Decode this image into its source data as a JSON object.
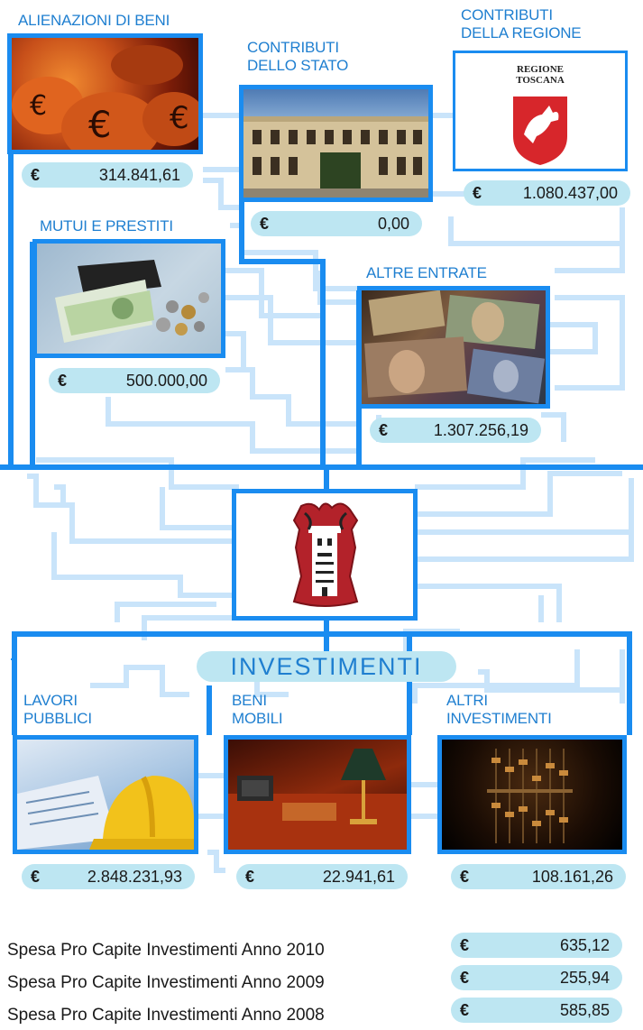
{
  "sources": {
    "alienazioni": {
      "label": "ALIENAZIONI DI BENI",
      "amount": "314.841,61"
    },
    "stato": {
      "label_line1": "CONTRIBUTI",
      "label_line2": "DELLO STATO",
      "amount": "0,00"
    },
    "regione": {
      "label_line1": "CONTRIBUTI",
      "label_line2": "DELLA REGIONE",
      "amount": "1.080.437,00",
      "logo_line1": "REGIONE",
      "logo_line2": "TOSCANA"
    },
    "mutui": {
      "label": "MUTUI E PRESTITI",
      "amount": "500.000,00"
    },
    "altre": {
      "label": "ALTRE ENTRATE",
      "amount": "1.307.256,19"
    }
  },
  "investimenti": {
    "title": "INVESTIMENTI",
    "lavori": {
      "label_line1": "LAVORI",
      "label_line2": "PUBBLICI",
      "amount": "2.848.231,93"
    },
    "beni": {
      "label_line1": "BENI",
      "label_line2": "MOBILI",
      "amount": "22.941,61"
    },
    "altri": {
      "label_line1": "ALTRI",
      "label_line2": "INVESTIMENTI",
      "amount": "108.161,26"
    }
  },
  "currency": "€",
  "pro_capite": [
    {
      "label": "Spesa Pro Capite Investimenti Anno 2010",
      "amount": "635,12"
    },
    {
      "label": "Spesa Pro Capite Investimenti Anno 2009",
      "amount": "255,94"
    },
    {
      "label": "Spesa Pro Capite Investimenti Anno 2008",
      "amount": "585,85"
    }
  ],
  "colors": {
    "frame_blue": "#1a8cf0",
    "pill_bg": "#bde6f2",
    "label_blue": "#1f7fd0",
    "circuit_light": "#c9e4fa"
  }
}
